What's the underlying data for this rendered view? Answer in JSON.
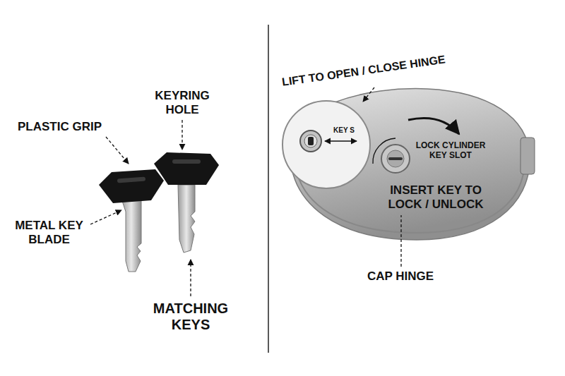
{
  "diagram": {
    "labels": [
      "PLASTIC GRIP",
      "KEYRING HOLE",
      "METAL KEY BLADE",
      "MATCHING KEYS",
      "LIFT TO OPEN / CLOSE HINGE",
      "KEY S",
      "LOCK CYLINDER KEY SLOT",
      "INSERT KEY TO LOCK / UNLOCK",
      "CAP HINGE"
    ]
  }
}
